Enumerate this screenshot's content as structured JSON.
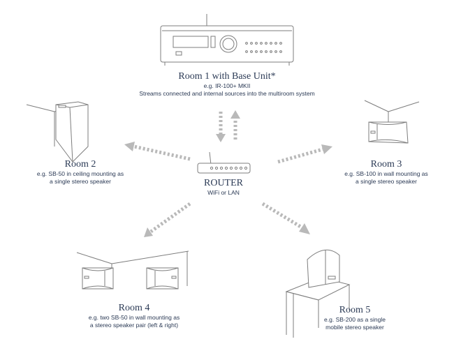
{
  "base": {
    "title": "Room 1 with Base Unit*",
    "line1": "e.g. IR-100+ MKII",
    "line2": "Streams connected and internal sources into the multiroom system"
  },
  "router": {
    "title": "ROUTER",
    "line1": "WiFi or LAN"
  },
  "room2": {
    "title": "Room 2",
    "line1": "e.g. SB-50 in ceiling mounting as",
    "line2": "a single stereo speaker"
  },
  "room3": {
    "title": "Room 3",
    "line1": "e.g. SB-100 in wall mounting as",
    "line2": "a single stereo speaker"
  },
  "room4": {
    "title": "Room 4",
    "line1": "e.g. two SB-50 in wall mounting as",
    "line2": "a stereo speaker pair (left & right)"
  },
  "room5": {
    "title": "Room 5",
    "line1": "e.g. SB-200 as a single",
    "line2": "mobile stereo speaker"
  },
  "colors": {
    "text": "#2b3a55",
    "outline": "#7d7d7d",
    "arrow": "#b9b9b9"
  }
}
